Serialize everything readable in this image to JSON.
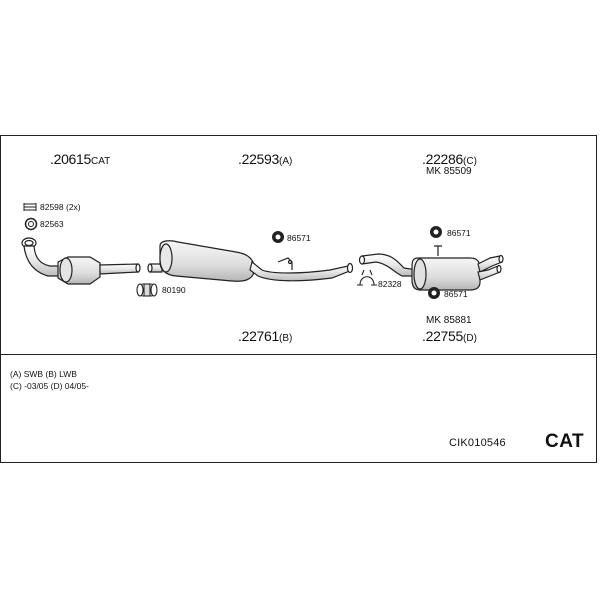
{
  "parts": {
    "p20615": {
      "number": ".20615",
      "suffix": "CAT"
    },
    "p22593": {
      "number": ".22593",
      "suffix": "(A)"
    },
    "p22286": {
      "number": ".22286",
      "suffix": "(C)"
    },
    "mk85509": {
      "text": "MK 85509"
    },
    "p22761": {
      "number": ".22761",
      "suffix": "(B)"
    },
    "mk85881": {
      "text": "MK 85881"
    },
    "p22755": {
      "number": ".22755",
      "suffix": "(D)"
    },
    "h82598": {
      "text": "82598 (2x)"
    },
    "h82563": {
      "text": "82563"
    },
    "h86571a": {
      "text": "86571"
    },
    "h86571b": {
      "text": "86571"
    },
    "h86571c": {
      "text": "86571"
    },
    "h82328": {
      "text": "82328"
    },
    "h80190": {
      "text": "80190"
    }
  },
  "legend": {
    "line1": "(A) SWB (B) LWB",
    "line2": "(C) -03/05 (D) 04/05-"
  },
  "catalog_number": "CIK010546",
  "cat_label": "CAT",
  "colors": {
    "stroke": "#222222",
    "fill": "#ffffff",
    "shade": "#cfcfcf"
  }
}
